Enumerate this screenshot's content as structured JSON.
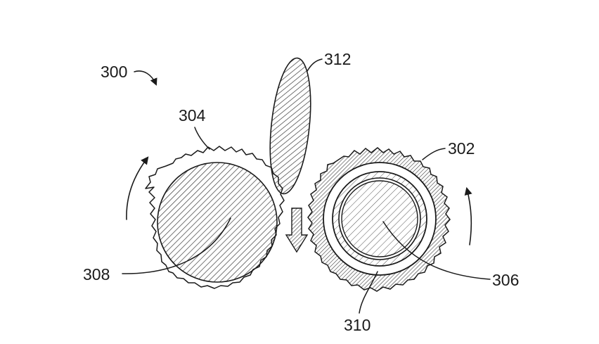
{
  "figure": {
    "labels": {
      "assembly": "300",
      "roller_right": "302",
      "roller_left": "304",
      "core_right": "306",
      "core_left": "308",
      "ring_right": "310",
      "element_top": "312"
    },
    "colors": {
      "ink": "#1a1a1a",
      "background": "#ffffff"
    }
  }
}
